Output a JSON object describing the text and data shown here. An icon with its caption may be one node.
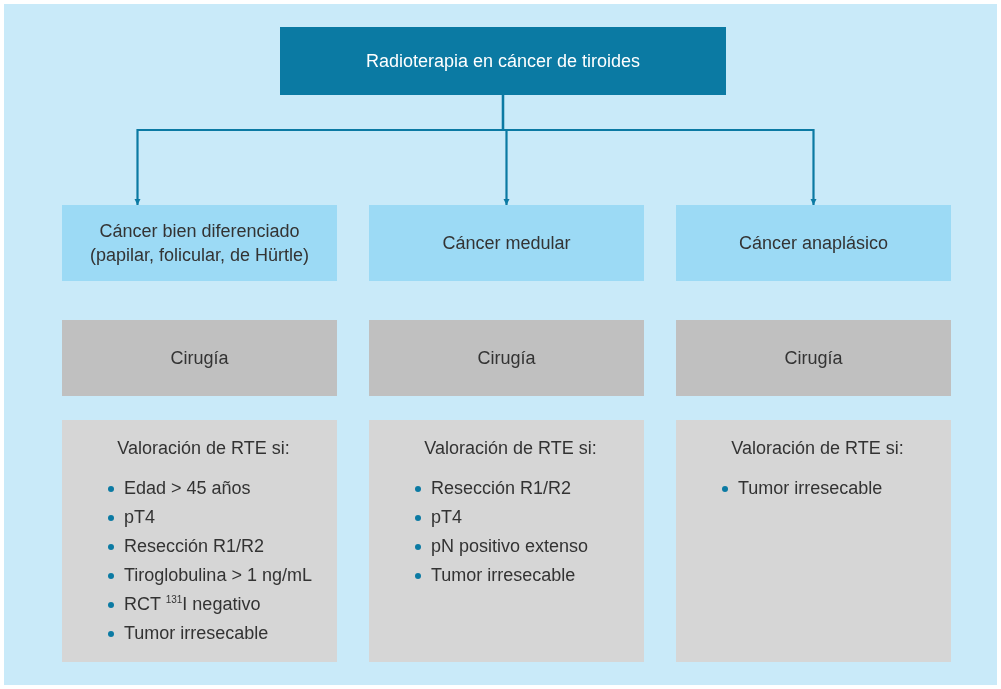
{
  "diagram": {
    "nodes": [
      {
        "text": [
          "Radioterapia en cáncer de tiroides"
        ]
      },
      {
        "text": [
          "Cáncer bien diferenciado (papilar, folicular, de Hürtle)"
        ]
      },
      {
        "text": [
          "Cáncer medular"
        ]
      },
      {
        "text": [
          "Cáncer anaplásico"
        ]
      },
      {
        "text": [
          "Cirugía"
        ]
      },
      {
        "text": [
          "Cirugía"
        ]
      },
      {
        "text": [
          "Cirugía"
        ]
      },
      {
        "text": [
          "Valoración de RTE si:",
          "Edad > 45 años",
          "pT4",
          "Resección R1/R2",
          "Tiroglobulina > 1 ng/mL",
          "RCT $^{131}$I negativo",
          "Tumor irresecable"
        ]
      },
      {
        "text": [
          "Valoración de RTE si:",
          "Resección R1/R2",
          "pT4",
          "pN positivo extenso",
          "Tumor irresecable"
        ]
      },
      {
        "text": [
          "Valoración de RTE si:",
          "Tumor irresecable"
        ]
      }
    ],
    "edges": [
      {
        "from": 0,
        "to": 1,
        "arrow": "to"
      },
      {
        "from": 0,
        "to": 2,
        "arrow": "to"
      },
      {
        "from": 0,
        "to": 3,
        "arrow": "to"
      }
    ]
  }
}
